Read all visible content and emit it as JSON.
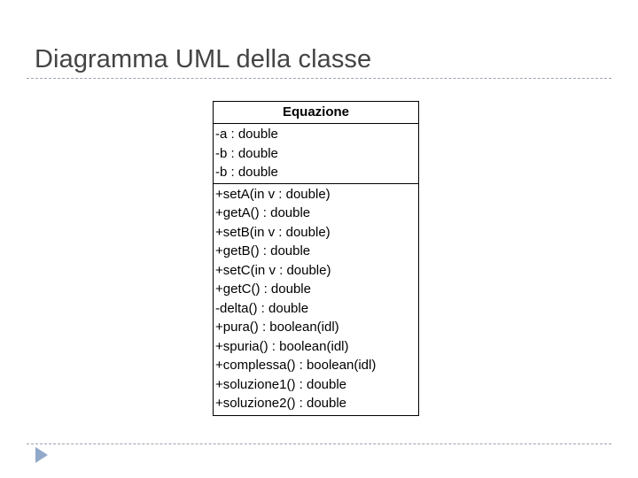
{
  "slide": {
    "title": "Diagramma UML della classe",
    "background_color": "#ffffff",
    "title_color": "#444444",
    "rule_color": "#9aa3ad",
    "accent_color": "#91a9c9"
  },
  "uml_class": {
    "name": "Equazione",
    "attributes": [
      "-a : double",
      "-b : double",
      "-b : double"
    ],
    "operations": [
      "+setA(in v : double)",
      "+getA() : double",
      "+setB(in v : double)",
      "+getB() : double",
      "+setC(in v : double)",
      "+getC() : double",
      "-delta() : double",
      "+pura() : boolean(idl)",
      "+spuria() : boolean(idl)",
      "+complessa() : boolean(idl)",
      "+soluzione1() : double",
      "+soluzione2() : double"
    ],
    "border_color": "#000000",
    "text_color": "#000000"
  },
  "decorations": {
    "nav_triangle_icon": "triangle-right-icon"
  }
}
